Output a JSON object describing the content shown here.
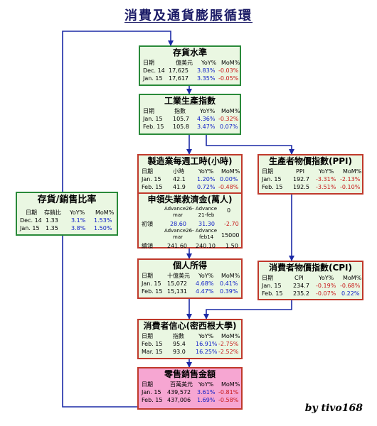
{
  "title": "消費及通貨膨脹循環",
  "credit": "by tivo168",
  "colors": {
    "value_positive": "#1020c8",
    "value_negative": "#c81818",
    "connector": "#1c2aa6",
    "pink_box": "#f6a6d2"
  },
  "inventory_level": {
    "title": "存貨水準",
    "headers": [
      "日期",
      "億美元",
      "YoY%",
      "MoM%"
    ],
    "rows": [
      [
        "Dec. 14",
        "17,625",
        "3.83%",
        "-0.03%"
      ],
      [
        "Jan. 15",
        "17,617",
        "3.35%",
        "-0.05%"
      ]
    ]
  },
  "industrial_production": {
    "title": "工業生產指數",
    "headers": [
      "日期",
      "指數",
      "YoY%",
      "MoM%"
    ],
    "rows": [
      [
        "Jan. 15",
        "105.7",
        "4.36%",
        "-0.32%"
      ],
      [
        "Feb. 15",
        "105.8",
        "3.47%",
        "0.07%"
      ]
    ]
  },
  "weekly_hours": {
    "title": "製造業每週工時(小時)",
    "headers": [
      "日期",
      "小時",
      "YoY%",
      "MoM%"
    ],
    "rows": [
      [
        "Jan. 15",
        "42.1",
        "1.20%",
        "0.00%"
      ],
      [
        "Feb. 15",
        "41.9",
        "0.72%",
        "-0.48%"
      ]
    ]
  },
  "jobless_claims": {
    "title": "申領失業救濟金(萬人)",
    "header1": [
      "Advance26-mar",
      "Advance 21-feb",
      "0"
    ],
    "row1": [
      "初領",
      "28.60",
      "31.30",
      "-2.70"
    ],
    "header2": [
      "Advance26-mar",
      "Advance feb14",
      "15000"
    ],
    "row2": [
      "續領",
      "241.60",
      "240.10",
      "1.50"
    ]
  },
  "ppi": {
    "title": "生產者物價指數(PPI)",
    "headers": [
      "日期",
      "PPI",
      "YoY%",
      "MoM%"
    ],
    "rows": [
      [
        "Jan. 15",
        "192.7",
        "-3.31%",
        "-2.13%"
      ],
      [
        "Feb. 15",
        "192.5",
        "-3.51%",
        "-0.10%"
      ]
    ]
  },
  "inventory_sales_ratio": {
    "title": "存貨/銷售比率",
    "headers": [
      "日期",
      "存銷比",
      "YoY%",
      "MoM%"
    ],
    "rows": [
      [
        "Dec. 14",
        "1.33",
        "3.1%",
        "1.53%"
      ],
      [
        "Jan. 15",
        "1.35",
        "3.8%",
        "1.50%"
      ]
    ]
  },
  "personal_income": {
    "title": "個人所得",
    "headers": [
      "日期",
      "十億美元",
      "YoY%",
      "MoM%"
    ],
    "rows": [
      [
        "Jan. 15",
        "15,072",
        "4.68%",
        "0.41%"
      ],
      [
        "Feb. 15",
        "15,131",
        "4.47%",
        "0.39%"
      ]
    ]
  },
  "cpi": {
    "title": "消費者物價指數(CPI)",
    "headers": [
      "日期",
      "CPI",
      "YoY%",
      "MoM%"
    ],
    "rows": [
      [
        "Jan. 15",
        "234.7",
        "-0.19%",
        "-0.68%"
      ],
      [
        "Feb. 15",
        "235.2",
        "-0.07%",
        "0.22%"
      ]
    ]
  },
  "consumer_sentiment": {
    "title": "消費者信心(密西根大學)",
    "headers": [
      "日期",
      "指數",
      "YoY%",
      "MoM%"
    ],
    "rows": [
      [
        "Feb. 15",
        "95.4",
        "16.91%",
        "-2.75%"
      ],
      [
        "Mar. 15",
        "93.0",
        "16.25%",
        "-2.52%"
      ]
    ]
  },
  "retail_sales": {
    "title": "零售銷售金額",
    "headers": [
      "日期",
      "百萬美元",
      "YoY%",
      "MoM%"
    ],
    "rows": [
      [
        "Jan. 15",
        "439,572",
        "3.61%",
        "-0.81%"
      ],
      [
        "Feb. 15",
        "437,006",
        "1.69%",
        "-0.58%"
      ]
    ]
  }
}
